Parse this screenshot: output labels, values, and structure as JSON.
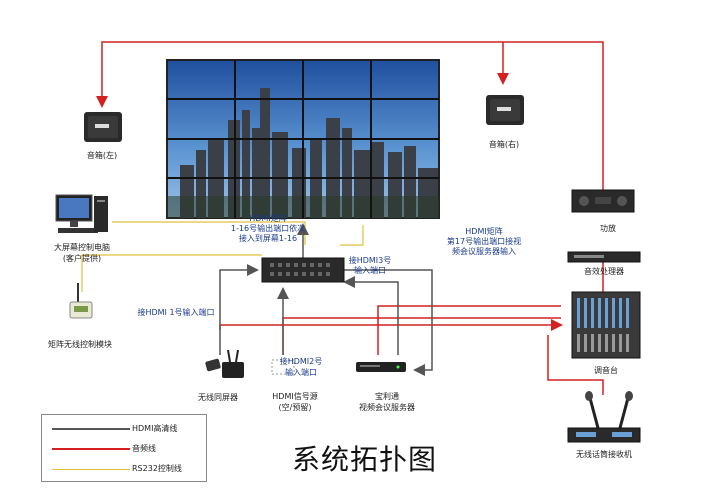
{
  "title": "系统拓扑图",
  "devices": {
    "speaker_left": "音箱(左)",
    "speaker_right": "音箱(右)",
    "control_pc": "大屏幕控制电脑",
    "control_pc_note": "(客户提供)",
    "wireless_module": "矩阵无线控制模块",
    "wireless_projector": "无线同屏器",
    "hdmi_source": "HDMI信号源",
    "hdmi_source_note": "(空/预留)",
    "baolitong": "宝利通",
    "conference_server": "视频会议服务器",
    "amplifier": "功放",
    "effects_processor": "音效处理器",
    "mixer": "调音台",
    "mic_receiver": "无线话筒接收机"
  },
  "annotations": {
    "matrix_out_1": "HDMI矩阵",
    "matrix_out_2": "1-16号输出端口依次",
    "matrix_out_3": "接入到屏幕1-16",
    "hdmi3_1": "接HDMI3号",
    "hdmi3_2": "输入端口",
    "hdmi1": "接HDMI 1号输入端口",
    "hdmi2_1": "接HDMI2号",
    "hdmi2_2": "输入端口",
    "out17_1": "HDMI矩阵",
    "out17_2": "第17号输出端口接视",
    "out17_3": "频会议服务器输入"
  },
  "legend": [
    {
      "label": "HDMI高清线",
      "color": "#555555"
    },
    {
      "label": "音频线",
      "color": "#d42020"
    },
    {
      "label": "RS232控制线",
      "color": "#e0c040"
    }
  ],
  "colors": {
    "hdmi": "#555555",
    "audio": "#d42020",
    "rs232": "#e0c040",
    "sky": "#2f6fb8",
    "device": "#2a2a2a"
  }
}
